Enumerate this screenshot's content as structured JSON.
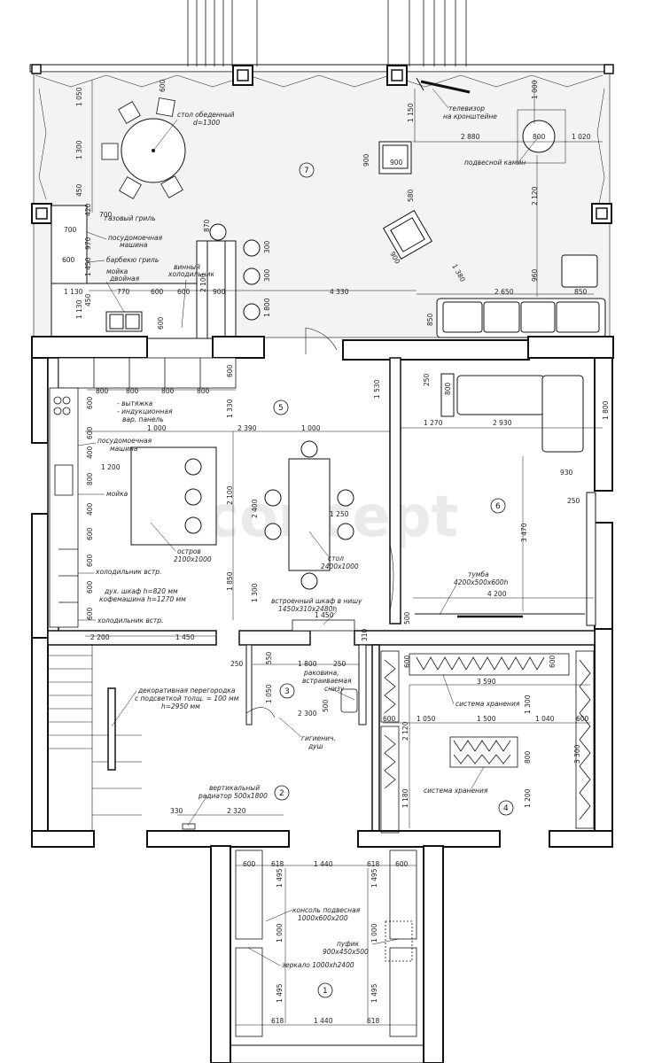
{
  "rooms": [
    "1",
    "2",
    "3",
    "4",
    "5",
    "6",
    "7"
  ],
  "watermark": "concept",
  "labels": {
    "dining_table": "стол обеденный",
    "dining_table_d": "d=1300",
    "tv": "телевизор",
    "tv2": "на кронштейне",
    "fireplace": "подвесной камин",
    "gas_grill": "газовый гриль",
    "dishwasher_top": "посудомоечная",
    "dishwasher_top2": "машина",
    "barbecue": "барбекю гриль",
    "double_sink": "мойка",
    "double_sink2": "двойная",
    "wine_fridge": "винный",
    "wine_fridge2": "холодильник",
    "hood": "- вытяжка",
    "induction": "- индукционная",
    "induction2": "вар. панель",
    "dishwasher": "посудомоечная",
    "dishwasher2": "машина",
    "sink": "мойка",
    "island": "остров",
    "island_size": "2100х1000",
    "fridge1": "холодильник встр.",
    "oven": "дух. шкаф h=820 мм",
    "coffee": "кофемашина h=1270 мм",
    "fridge2": "холодильник встр.",
    "table": "стол",
    "table_size": "2400х1000",
    "niche": "встроенный шкаф в нишу",
    "niche_size": "1450х310х2480h",
    "tumba": "тумба",
    "tumba_size": "4200х500х600h",
    "partition1": "декоративная перегородка",
    "partition2": "с подсветкой толщ. = 100 мм",
    "partition3": "h=2950 мм",
    "basin1": "раковина,",
    "basin2": "встраиваемая",
    "basin3": "снизу",
    "hyg1": "гигиенич.",
    "hyg2": "душ",
    "radiator1": "вертикальный",
    "radiator2": "радиатор 500х1800",
    "storage1": "система хранения",
    "storage2": "система хранения",
    "console1": "консоль подвесная",
    "console2": "1000х600х200",
    "pouf1": "пуфик",
    "pouf2": "900х450х500",
    "mirror": "зеркало 1000хh2400"
  },
  "dims": {
    "d1050": "1 050",
    "d600a": "600",
    "d1300": "1 300",
    "d450": "450",
    "d420": "420",
    "d700": "700",
    "d970": "970",
    "d1450": "1 450",
    "d1130": "1 130",
    "d770": "770",
    "d600b": "600",
    "d600c": "600",
    "d900": "900",
    "d2100": "2 100",
    "d4330": "4 330",
    "d2650": "2 650",
    "d1800a": "1 800",
    "d870": "870",
    "d300a": "300",
    "d300b": "300",
    "d1150": "1 150",
    "d1000a": "1 000",
    "d2880": "2 880",
    "d800": "800",
    "d1020": "1 020",
    "d900b": "900",
    "d580": "580",
    "d2120": "2 120",
    "d960": "960",
    "d850a": "850",
    "d850b": "850",
    "d1380": "1 380",
    "d900c": "900",
    "d800k1": "800",
    "d800k2": "800",
    "d800k3": "800",
    "d800k4": "800",
    "d600k": "600",
    "d1000b": "1 000",
    "d2390": "2 390",
    "d1000c": "1 000",
    "d1530": "1 530",
    "d1330": "1 330",
    "d250a": "250",
    "d800b": "800",
    "d1270": "1 270",
    "d2930": "2 930",
    "d1800b": "1 800",
    "d1200": "1 200",
    "d2100b": "2 100",
    "d2400": "2 400",
    "d1250": "1 250",
    "d930": "930",
    "d250b": "250",
    "d3470": "3 470",
    "d1850": "1 850",
    "d1300b": "1 300",
    "d4200": "4 200",
    "d500": "500",
    "d1450b": "1 450",
    "d310": "310",
    "d2200": "2 200",
    "d1450c": "1 450",
    "d250c": "250",
    "d550": "550",
    "d1800c": "1 800",
    "d250d": "250",
    "d1050b": "1 050",
    "d2300": "2 300",
    "d500b": "500",
    "d330": "330",
    "d2320": "2 320",
    "d600s1": "600",
    "d600s2": "600",
    "d3590": "3 590",
    "d600s3": "600",
    "d1050c": "1 050",
    "d1500": "1 500",
    "d1040": "1 040",
    "d600s4": "600",
    "d2120b": "2 120",
    "d1300c": "1 300",
    "d800c": "800",
    "d3300": "3 300",
    "d1200b": "1 200",
    "d1180": "1 180",
    "d600h1": "600",
    "d618a": "618",
    "d1440a": "1 440",
    "d618b": "618",
    "d600h2": "600",
    "d1495a": "1 495",
    "d1495b": "1 495",
    "d1000h1": "1 000",
    "d1000h2": "1 000",
    "d1495c": "1 495",
    "d1495d": "1 495",
    "d618c": "618",
    "d1440b": "1 440",
    "d618d": "618",
    "d400a": "400",
    "d600m": "600",
    "d1000r": "1 000",
    "d600r": "600"
  }
}
